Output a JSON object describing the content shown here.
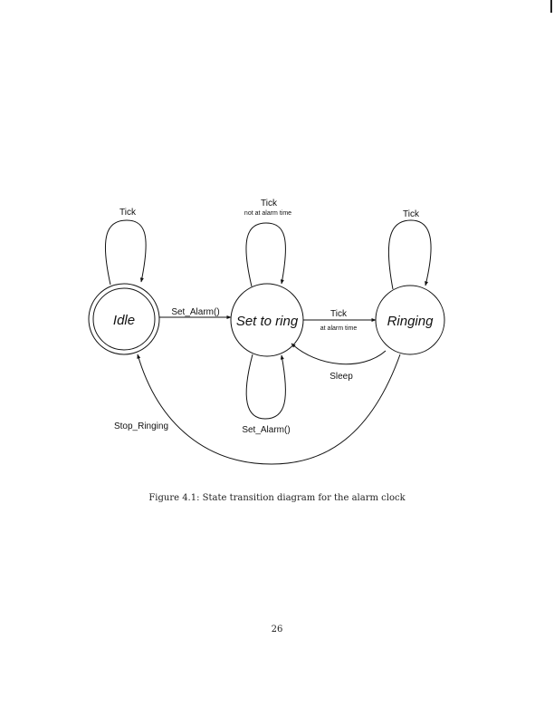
{
  "figure": {
    "states": {
      "idle": "Idle",
      "set_to_ring": "Set to ring",
      "ringing": "Ringing"
    },
    "transitions": {
      "idle_tick": "Tick",
      "set_tick": "Tick",
      "set_tick_condition": "not at alarm time",
      "ringing_tick": "Tick",
      "idle_to_set": "Set_Alarm()",
      "set_to_ringing": "Tick",
      "set_to_ringing_condition": "at alarm time",
      "ringing_to_set": "Sleep",
      "ringing_to_idle": "Stop_Ringing",
      "set_self_alarm": "Set_Alarm()"
    },
    "caption": "Figure 4.1: State transition diagram for the alarm clock"
  },
  "page_number": "26"
}
